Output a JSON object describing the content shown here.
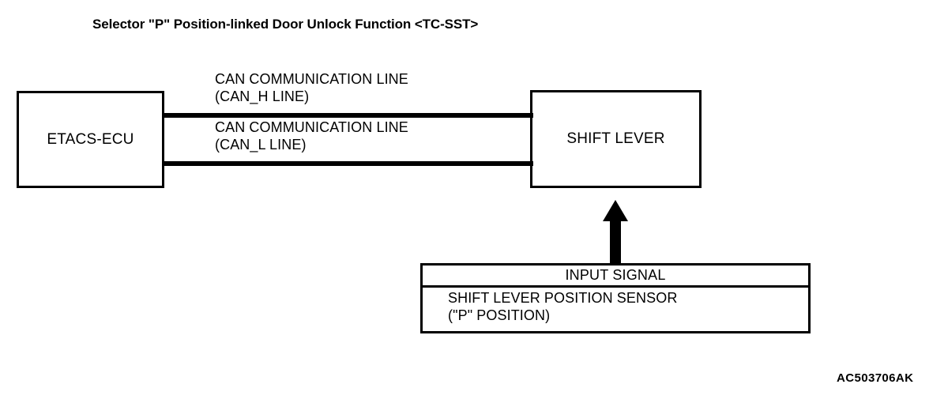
{
  "diagram": {
    "title": "Selector \"P\" Position-linked Door Unlock Function <TC-SST>",
    "reference_code": "AC503706AK",
    "colors": {
      "stroke": "#000000",
      "background": "#ffffff"
    },
    "nodes": {
      "etacs_ecu": {
        "label": "ETACS-ECU"
      },
      "shift_lever": {
        "label": "SHIFT LEVER"
      },
      "input_signal": {
        "header": "INPUT SIGNAL",
        "sensor_line_1": "SHIFT LEVER POSITION SENSOR",
        "sensor_line_2": "(\"P\" POSITION)"
      }
    },
    "connections": {
      "can_h": {
        "line_1": "CAN COMMUNICATION LINE",
        "line_2": "(CAN_H LINE)"
      },
      "can_l": {
        "line_1": "CAN COMMUNICATION LINE",
        "line_2": "(CAN_L LINE)"
      },
      "input_arrow": {
        "name": "up-arrow",
        "from": "INPUT SIGNAL",
        "to": "SHIFT LEVER"
      }
    }
  }
}
